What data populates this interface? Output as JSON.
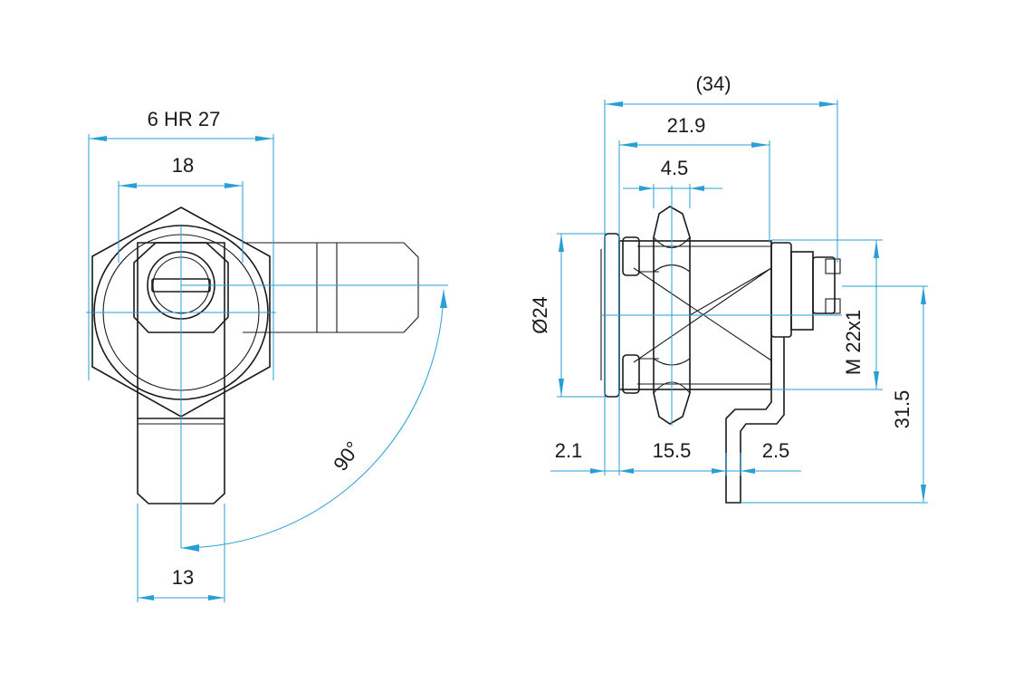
{
  "front_view": {
    "dim_hex": "6 HR 27",
    "dim_18": "18",
    "dim_13": "13",
    "dim_angle": "90°"
  },
  "side_view": {
    "dim_overall": "(34)",
    "dim_21_9": "21.9",
    "dim_4_5": "4.5",
    "dim_dia": "Ø24",
    "dim_thread": "M 22x1",
    "dim_2_1": "2.1",
    "dim_15_5": "15.5",
    "dim_2_5": "2.5",
    "dim_31_5": "31.5"
  },
  "colors": {
    "dimension": "#2a9fd6",
    "outline": "#1a1a1a"
  }
}
